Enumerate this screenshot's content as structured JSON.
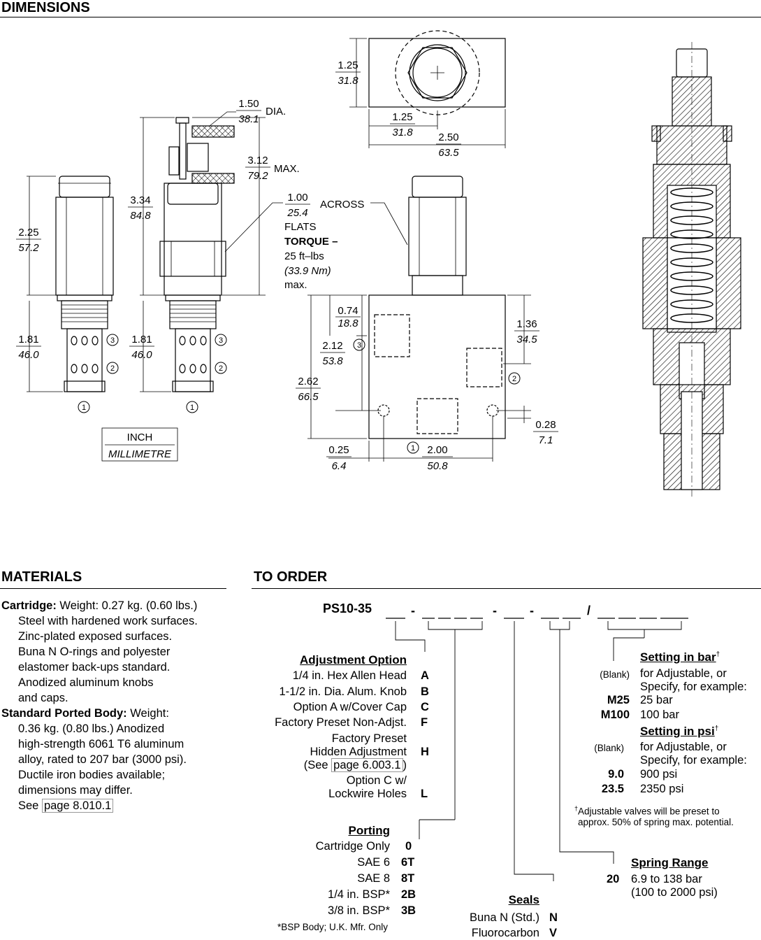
{
  "dimensions": {
    "title": "DIMENSIONS",
    "callouts": {
      "c1": "1.25",
      "c1m": "31.8",
      "c2": "1.25",
      "c2m": "31.8",
      "c3": "2.50",
      "c3m": "63.5",
      "c4": "1.50",
      "c4m": "38.1",
      "c4s": "DIA.",
      "c5": "3.12",
      "c5m": "79.2",
      "c5s": "MAX.",
      "c6": "3.34",
      "c6m": "84.8",
      "c7": "2.25",
      "c7m": "57.2",
      "c8": "1.00",
      "c8m": "25.4",
      "c8s": "ACROSS",
      "c8f": "FLATS",
      "torque1": "TORQUE –",
      "torque2": "25 ft–lbs",
      "torque3": "(33.9 Nm)",
      "torque4": "max.",
      "c9": "1.81",
      "c9m": "46.0",
      "c10": "1.81",
      "c10m": "46.0",
      "c11": "0.74",
      "c11m": "18.8",
      "c12": "2.12",
      "c12m": "53.8",
      "c13": "2.62",
      "c13m": "66.5",
      "c14": "1.36",
      "c14m": "34.5",
      "c15": "0.28",
      "c15m": "7.1",
      "c16": "0.25",
      "c16m": "6.4",
      "c17": "2.00",
      "c17m": "50.8",
      "port1": "1",
      "port2": "2",
      "port3": "3",
      "unit_inch": "INCH",
      "unit_mm": "MILLIMETRE"
    }
  },
  "materials": {
    "title": "MATERIALS",
    "cartridge_label": "Cartridge:",
    "cartridge_first": " Weight: 0.27 kg. (0.60 lbs.)",
    "cartridge_lines": [
      "Steel with hardened work surfaces.",
      "Zinc-plated exposed surfaces.",
      "Buna N O-rings and polyester",
      "elastomer back-ups standard.",
      "Anodized aluminum knobs",
      "and caps."
    ],
    "body_label": "Standard Ported Body:",
    "body_first": " Weight:",
    "body_lines": [
      "0.36 kg. (0.80 lbs.) Anodized",
      "high-strength 6061 T6 aluminum",
      "alloy, rated to 207 bar (3000 psi).",
      "Ductile iron bodies available;",
      "dimensions may differ."
    ],
    "see": "See ",
    "see_link": "page 8.010.1"
  },
  "order": {
    "title": "TO ORDER",
    "model": "PS10-35",
    "adjustment": {
      "header": "Adjustment Option",
      "items": [
        {
          "label": "1/4 in. Hex Allen Head",
          "code": "A"
        },
        {
          "label": "1-1/2 in. Dia. Alum. Knob",
          "code": "B"
        },
        {
          "label": "Option A w/Cover Cap",
          "code": "C"
        },
        {
          "label": "Factory Preset Non-Adjst.",
          "code": "F"
        }
      ],
      "h_line1": "Factory Preset",
      "h_line2": "Hidden Adjustment",
      "h_line3_pre": "(See ",
      "h_link": "page 6.003.1",
      "h_line3_post": ")",
      "h_code": "H",
      "l_line1": "Option C w/",
      "l_line2": "Lockwire Holes",
      "l_code": "L"
    },
    "porting": {
      "header": "Porting",
      "items": [
        {
          "label": "Cartridge Only",
          "code": "0"
        },
        {
          "label": "SAE 6",
          "code": "6T"
        },
        {
          "label": "SAE 8",
          "code": "8T"
        },
        {
          "label": "1/4 in. BSP*",
          "code": "2B"
        },
        {
          "label": "3/8 in. BSP*",
          "code": "3B"
        }
      ],
      "note": "*BSP Body; U.K. Mfr. Only"
    },
    "seals": {
      "header": "Seals",
      "items": [
        {
          "label": "Buna N (Std.)",
          "code": "N"
        },
        {
          "label": "Fluorocarbon",
          "code": "V"
        }
      ]
    },
    "spring": {
      "header": "Spring Range",
      "code": "20",
      "line1": "6.9 to 138 bar",
      "line2": "(100 to 2000 psi)"
    },
    "setting_bar": {
      "header": "Setting in bar",
      "sup": "†",
      "blank": "(Blank)",
      "line1": "for Adjustable, or",
      "line2": "Specify, for example:",
      "items": [
        {
          "code": "M25",
          "label": "25 bar"
        },
        {
          "code": "M100",
          "label": "100 bar"
        }
      ]
    },
    "setting_psi": {
      "header": "Setting in psi",
      "sup": "†",
      "blank": "(Blank)",
      "line1": "for Adjustable, or",
      "line2": "Specify, for example:",
      "items": [
        {
          "code": "9.0",
          "label": "900 psi"
        },
        {
          "code": "23.5",
          "label": "2350 psi"
        }
      ]
    },
    "footnote_sup": "†",
    "footnote1": "Adjustable valves will be preset to",
    "footnote2": "approx. 50% of spring max. potential."
  }
}
